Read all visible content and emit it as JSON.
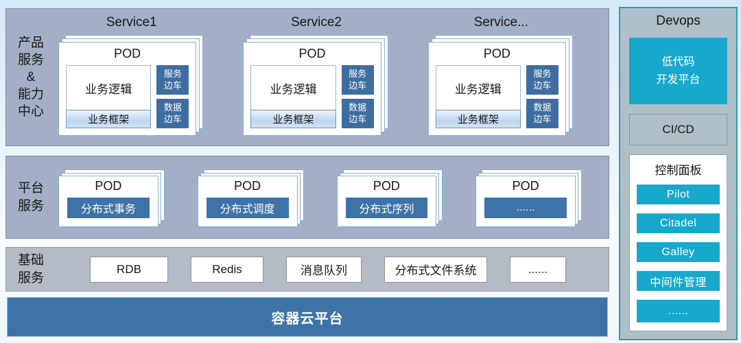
{
  "colors": {
    "accent_cyan": "#18a8cc",
    "steel_blue": "#3e6da1",
    "bar_blue": "#3e73a8",
    "row_blue_gray_bg": "#a3afc6",
    "row_gray_bg": "#b5bbc5",
    "devops_bg": "#aebfc7",
    "devops_border": "#3596b6",
    "card_border": "#86aed6"
  },
  "product_row": {
    "label": "产品\n服务\n&\n能力\n中心",
    "services": [
      {
        "title": "Service1",
        "pod_title": "POD",
        "logic": "业务逻辑",
        "framework": "业务框架",
        "sidecar1": "服务\n边车",
        "sidecar2": "数据\n边车"
      },
      {
        "title": "Service2",
        "pod_title": "POD",
        "logic": "业务逻辑",
        "framework": "业务框架",
        "sidecar1": "服务\n边车",
        "sidecar2": "数据\n边车"
      },
      {
        "title": "Service...",
        "pod_title": "POD",
        "logic": "业务逻辑",
        "framework": "业务框架",
        "sidecar1": "服务\n边车",
        "sidecar2": "数据\n边车"
      }
    ]
  },
  "platform_row": {
    "label": "平台\n服务",
    "pods": [
      {
        "pod_title": "POD",
        "service": "分布式事务"
      },
      {
        "pod_title": "POD",
        "service": "分布式调度"
      },
      {
        "pod_title": "POD",
        "service": "分布式序列"
      },
      {
        "pod_title": "POD",
        "service": "......"
      }
    ]
  },
  "basic_row": {
    "label": "基础\n服务",
    "items": [
      "RDB",
      "Redis",
      "消息队列",
      "分布式文件系统",
      "......"
    ]
  },
  "bottom_bar": {
    "label": "容器云平台"
  },
  "devops": {
    "title": "Devops",
    "lowcode": "低代码\n开发平台",
    "cicd": "CI/CD",
    "control_panel": {
      "title": "控制面板",
      "items": [
        "Pilot",
        "Citadel",
        "Galley",
        "中间件管理",
        "......"
      ]
    }
  }
}
